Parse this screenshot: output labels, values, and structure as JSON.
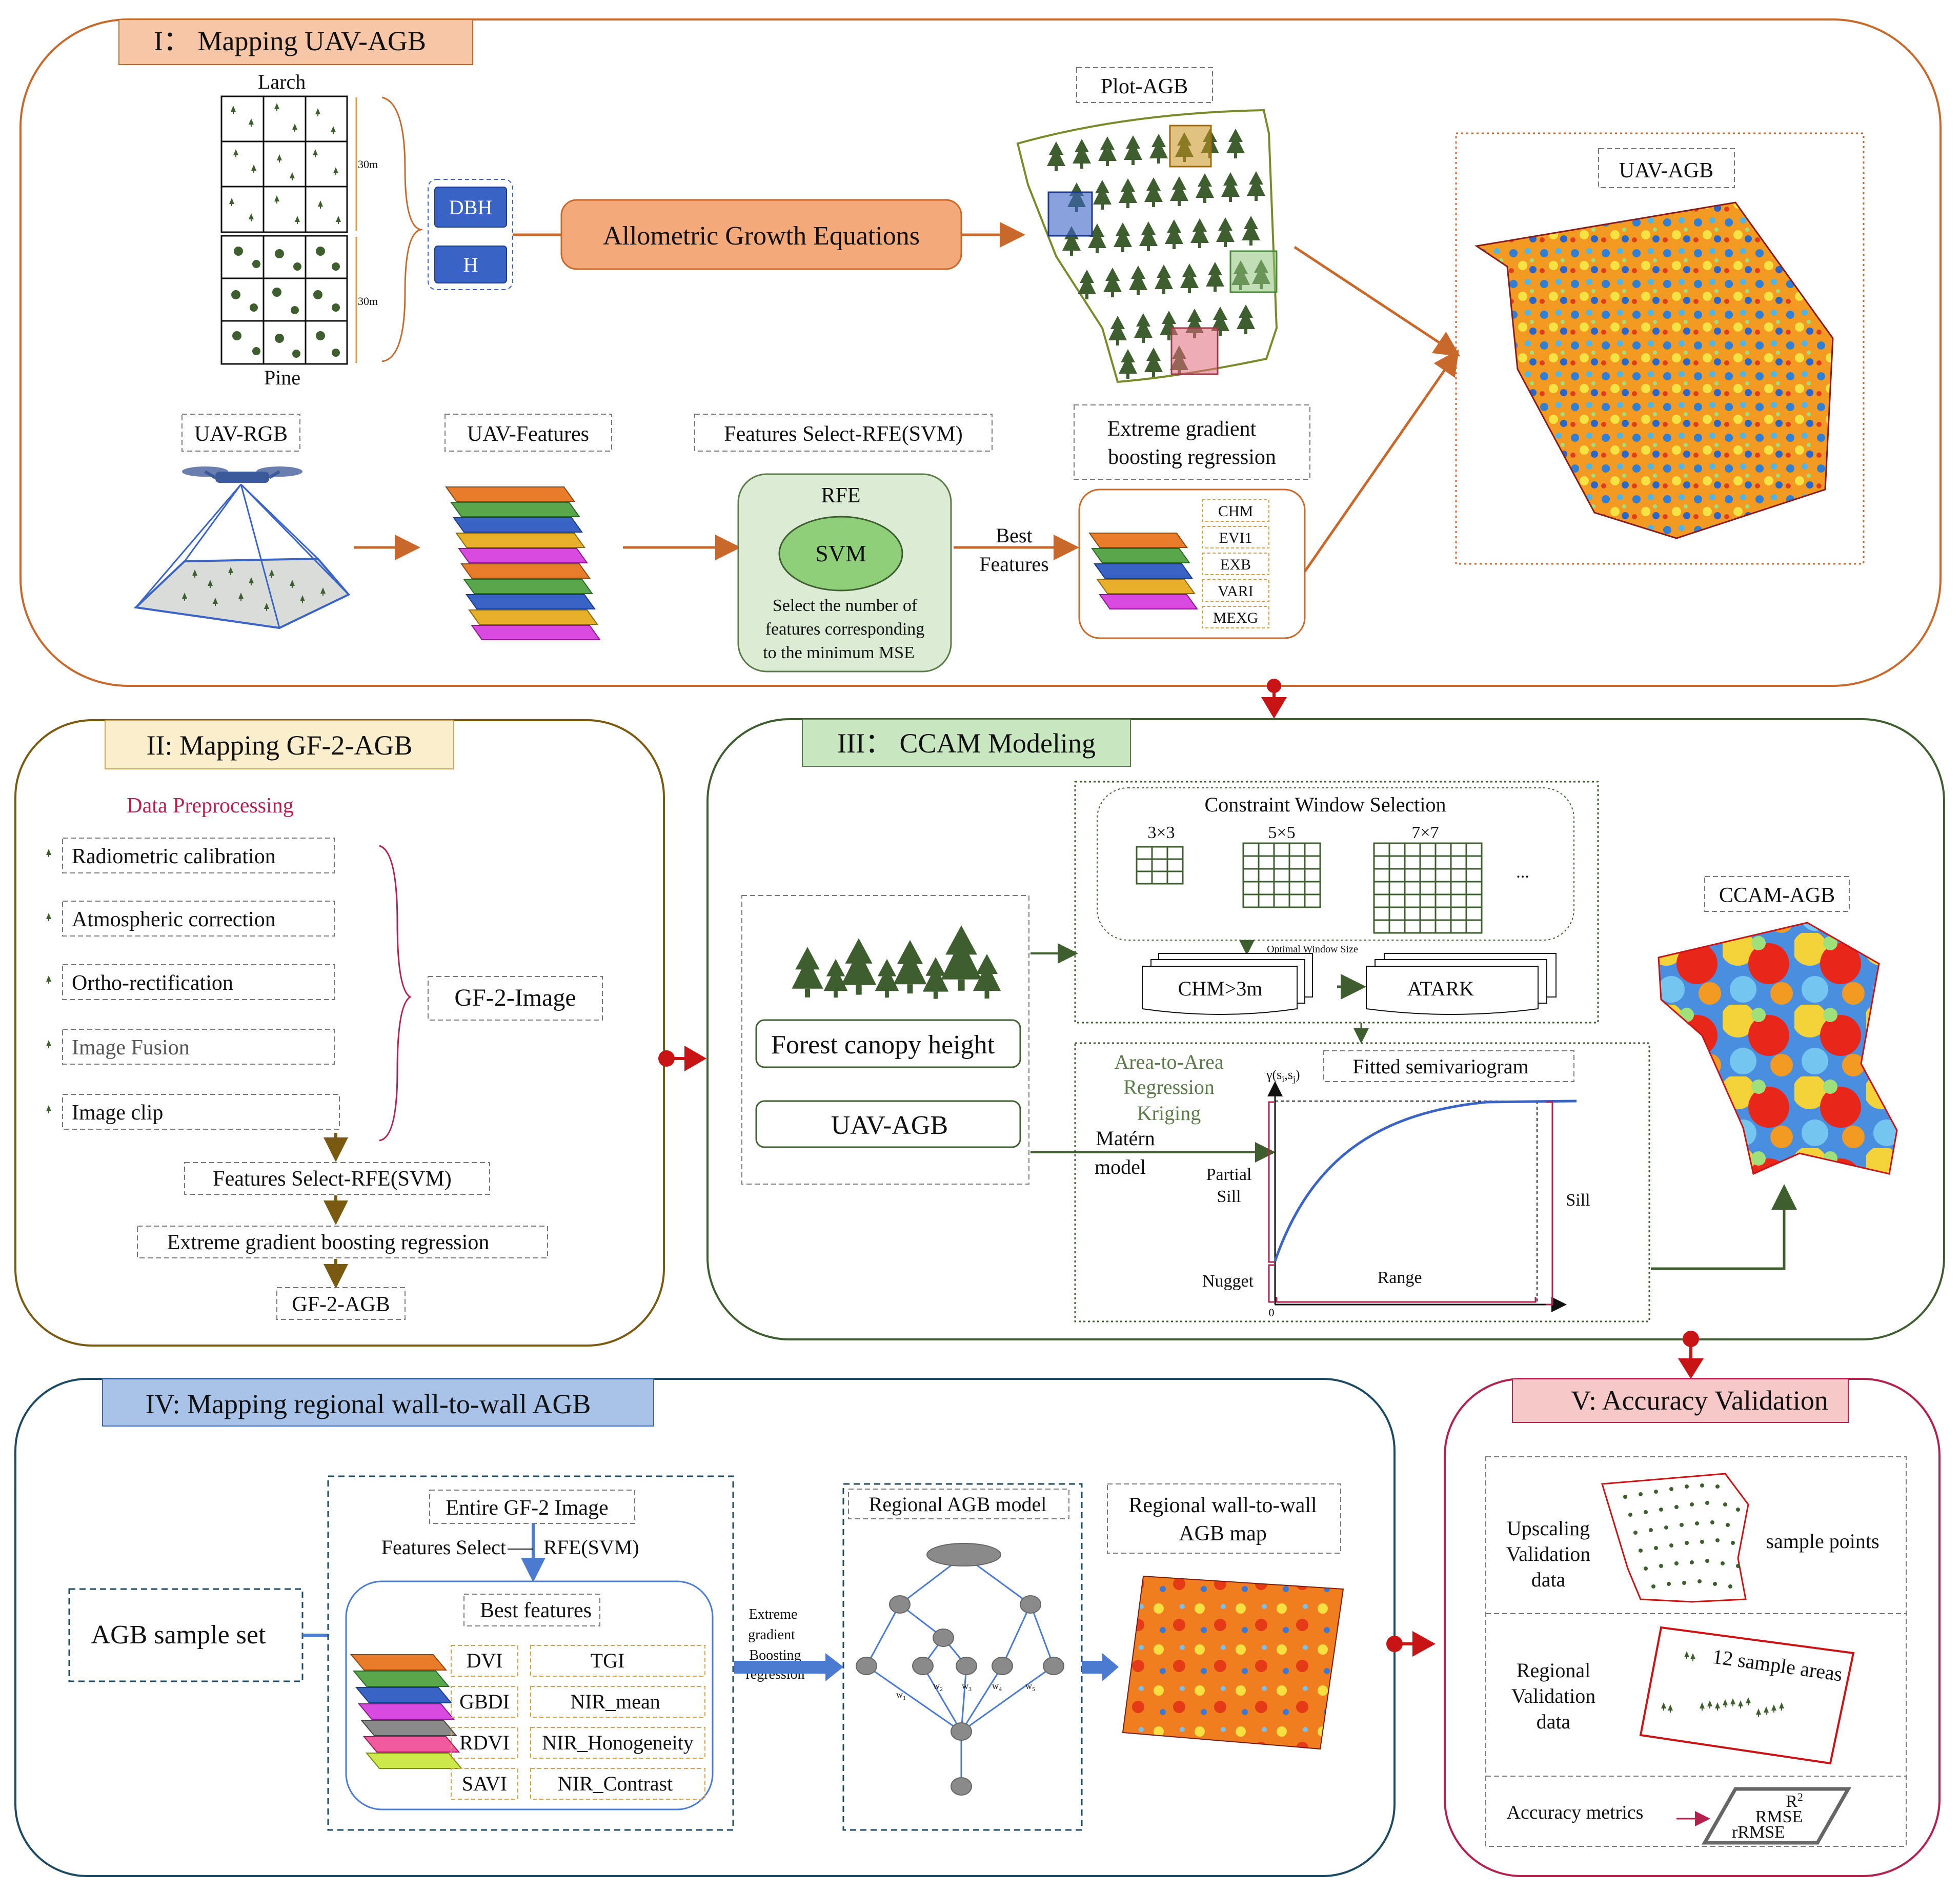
{
  "colors": {
    "brown": "#c8682a",
    "green": "#3e5e2f",
    "blue_dark": "#1c4a63",
    "crimson": "#b3214e",
    "red_arrow": "#c81414",
    "orange_fill": "#f4a97a",
    "yellow_fill": "#fbeecd",
    "green_fill": "#c8e6bf",
    "blue_fill": "#a9c3e8",
    "pink_fill": "#f7c8c8",
    "tree": "#3e5e2f",
    "dbh_blue": "#3a63c6"
  },
  "panel1": {
    "title": "I：  Mapping UAV-AGB",
    "larch": "Larch",
    "pine": "Pine",
    "dim1": "30m",
    "dim2": "30m",
    "dbh": "DBH",
    "h": "H",
    "allometric": "Allometric Growth Equations",
    "plot_agb": "Plot-AGB",
    "uav_agb": "UAV-AGB",
    "uav_rgb": "UAV-RGB",
    "uav_features": "UAV-Features",
    "features_select": "Features Select-RFE(SVM)",
    "rfe": "RFE",
    "svm": "SVM",
    "rfe_note": [
      "Select  the  number  of",
      "features  corresponding",
      "to the minimum MSE"
    ],
    "best_features": [
      "Best",
      "Features"
    ],
    "xgb_title": [
      "Extreme gradient",
      "boosting regression"
    ],
    "feature_tags": [
      "CHM",
      "EVI1",
      "EXB",
      "VARI",
      "MEXG"
    ]
  },
  "panel2": {
    "title": "II: Mapping GF-2-AGB",
    "data_preprocessing": "Data Preprocessing",
    "steps": [
      "Radiometric calibration",
      "Atmospheric correction",
      "Ortho-rectification",
      "Image Fusion",
      "Image clip"
    ],
    "gf2_image": "GF-2-Image",
    "features_select": "Features Select-RFE(SVM)",
    "xgb": "Extreme gradient boosting regression",
    "gf2_agb": "GF-2-AGB"
  },
  "panel3": {
    "title": "III：  CCAM Modeling",
    "constraint_title": "Constraint Window Selection",
    "windows": [
      "3×3",
      "5×5",
      "7×7",
      "..."
    ],
    "optimal_window": "Optimal Window Size",
    "chm": "CHM>3m",
    "atark": "ATARK",
    "forest_canopy": "Forest canopy height",
    "uav_agb": "UAV-AGB",
    "ataRK": [
      "Area-to-Area",
      "Regression",
      "Kriging"
    ],
    "matern": [
      "Matérn",
      "model"
    ],
    "fitted": "Fitted semivariogram",
    "gamma": "γ(s",
    "gamma_sub": "i",
    "gamma_comma": ",s",
    "gamma_sub2": "j",
    "gamma_close": ")",
    "partial_sill": [
      "Partial",
      "Sill"
    ],
    "sill": "Sill",
    "nugget": "Nugget",
    "range": "Range",
    "zero": "0",
    "ccam_agb": "CCAM-AGB"
  },
  "panel4": {
    "title": "IV:  Mapping regional wall-to-wall AGB",
    "sample_set": "AGB sample set",
    "entire_gf2": "Entire GF-2 Image",
    "features_select": "Features Select",
    "rfe_svm": "RFE(SVM)",
    "best_features": "Best features",
    "features": [
      "DVI",
      "TGI",
      "GBDI",
      "NIR_mean",
      "RDVI",
      "NIR_Honogeneity",
      "SAVI",
      "NIR_Contrast"
    ],
    "xgb": [
      "Extreme",
      "gradient",
      "Boosting",
      "regression"
    ],
    "regional_model": "Regional AGB model",
    "weights": [
      "w",
      "w",
      "w",
      "w",
      "w"
    ],
    "weight_subs": [
      "1",
      "2",
      "3",
      "4",
      "5"
    ],
    "regional_map": [
      "Regional wall-to-wall",
      "AGB map"
    ]
  },
  "panel5": {
    "title": "V: Accuracy Validation",
    "upscaling": [
      "Upscaling",
      "Validation",
      "data"
    ],
    "sample_points": "sample points",
    "regional": [
      "Regional",
      "Validation",
      "data"
    ],
    "sample_areas": "12 sample areas",
    "metrics_label": "Accuracy metrics",
    "metrics": [
      "R",
      "RMSE",
      "rRMSE"
    ],
    "r2_sup": "2"
  }
}
